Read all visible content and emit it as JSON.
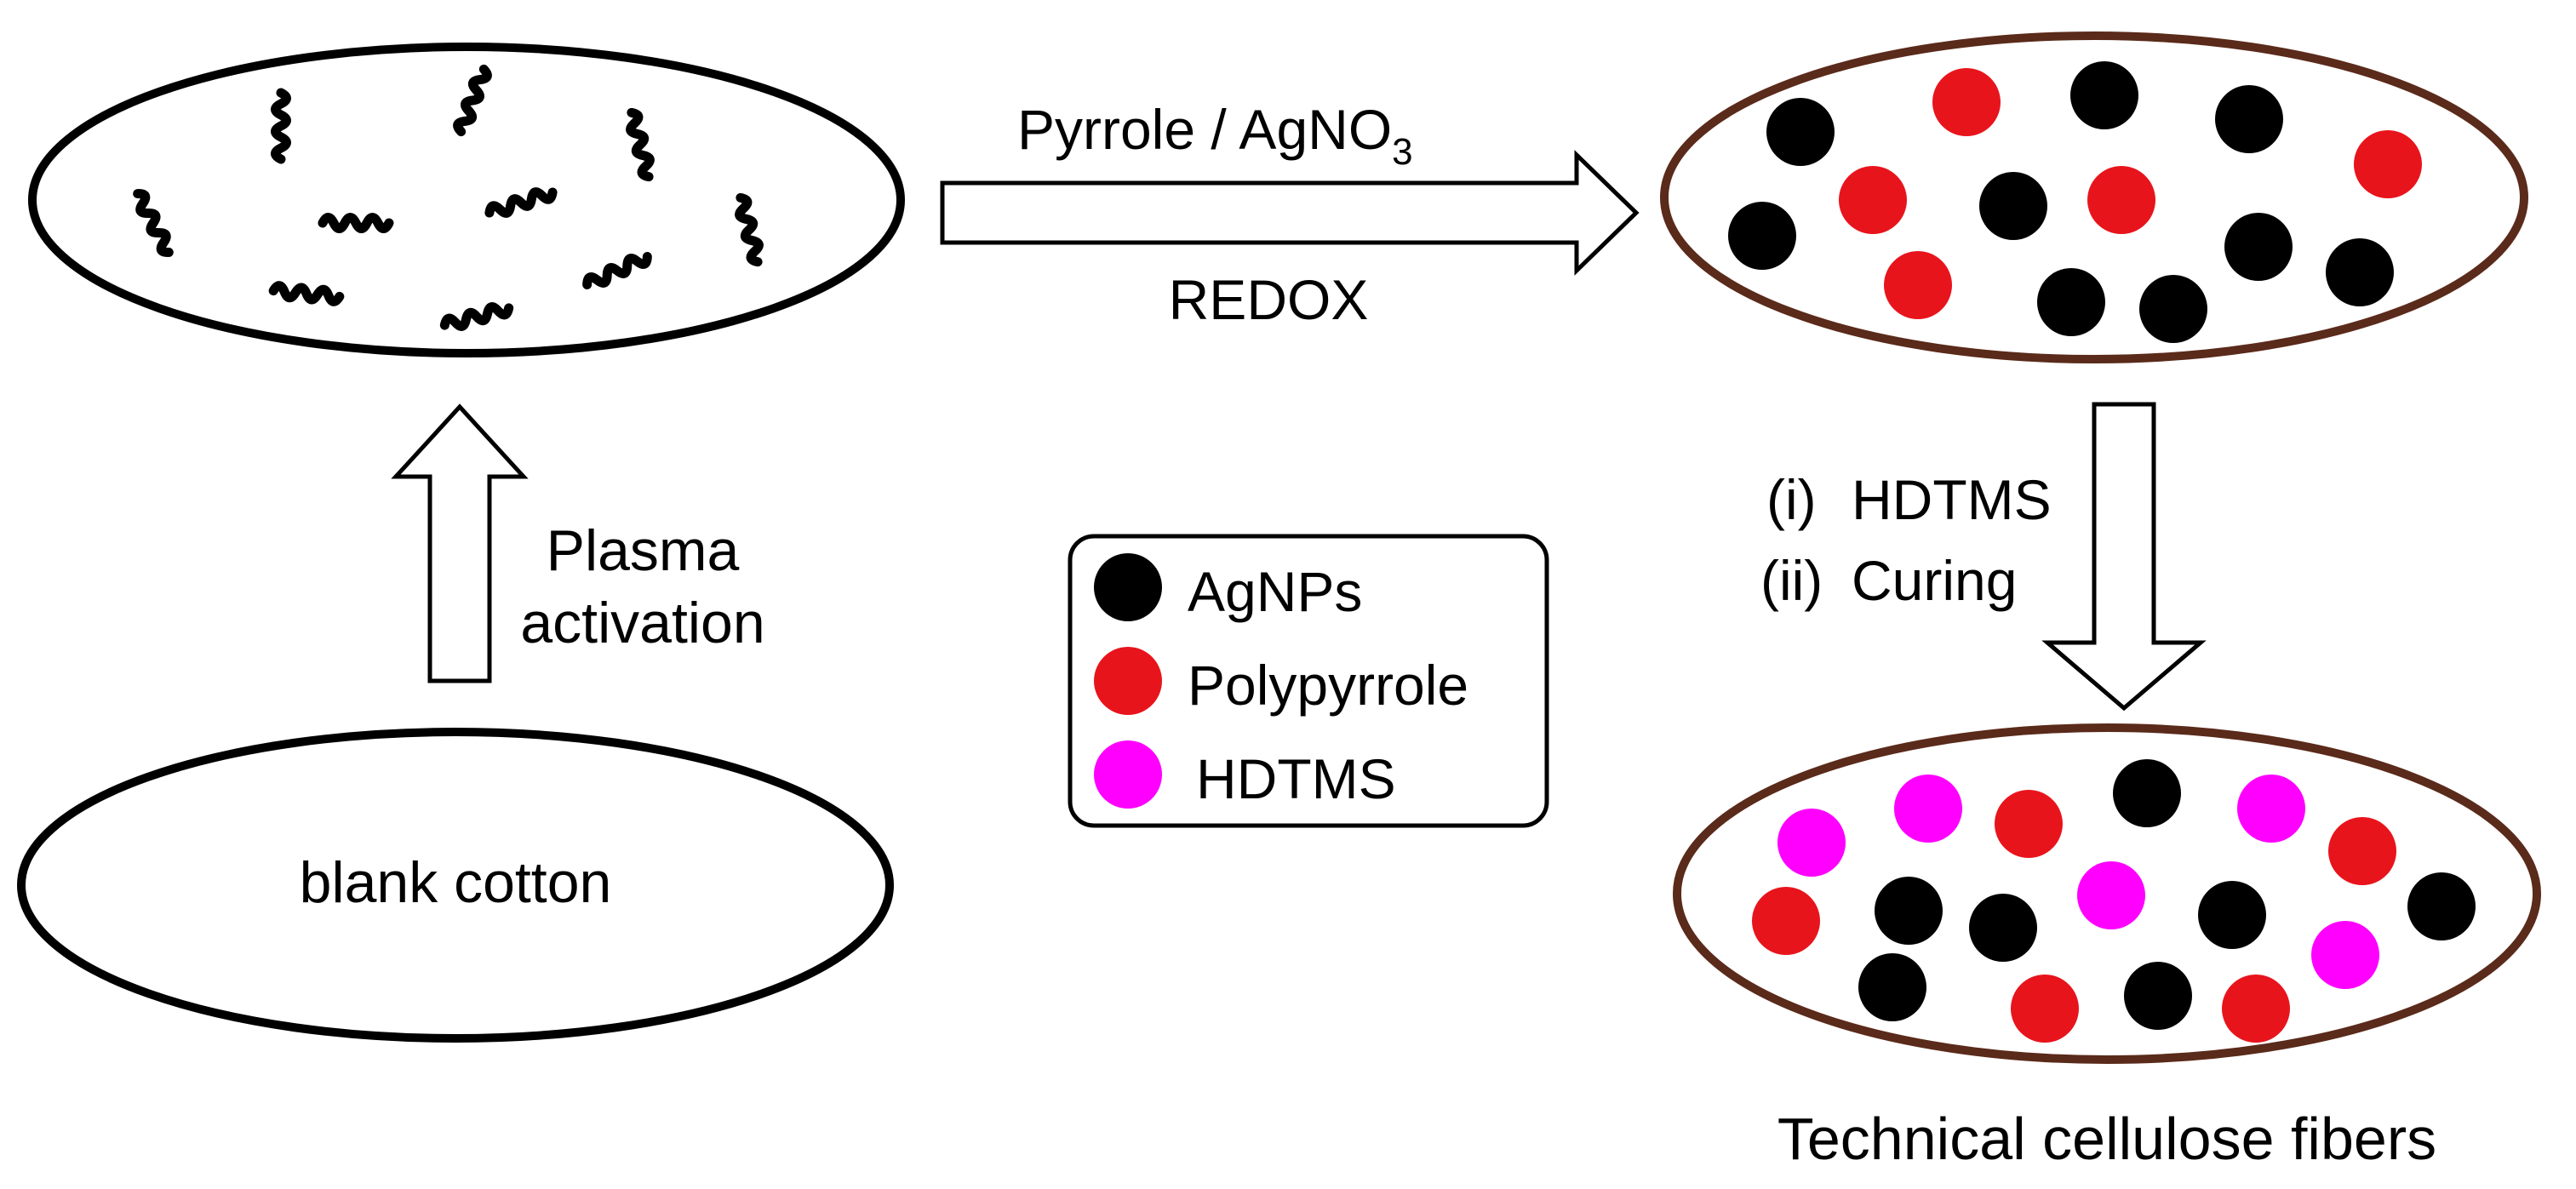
{
  "labels": {
    "reaction_top": "Pyrrole / AgNO",
    "reaction_top_subscript": "3",
    "reaction_bottom": "REDOX",
    "plasma_line1": "Plasma",
    "plasma_line2": "activation",
    "blank_cotton": "blank cotton",
    "step_i_num": "(i)",
    "step_i_text": "HDTMS",
    "step_ii_num": "(ii)",
    "step_ii_text": "Curing",
    "product": "Technical cellulose fibers"
  },
  "legend": [
    {
      "label": "AgNPs",
      "dot_color": "#000000",
      "text_color": "#6b2a1e"
    },
    {
      "label": "Polypyrrole",
      "dot_color": "#e8141c",
      "text_color": "#6b2a1e"
    },
    {
      "label": "HDTMS",
      "dot_color": "#ff00ff",
      "text_color": "#000000"
    }
  ],
  "colors": {
    "outline": "#000000",
    "brown_outline": "#5a2a1a",
    "silver": "#000000",
    "polypyrrole": "#e8141c",
    "hdtms": "#ff00ff"
  }
}
